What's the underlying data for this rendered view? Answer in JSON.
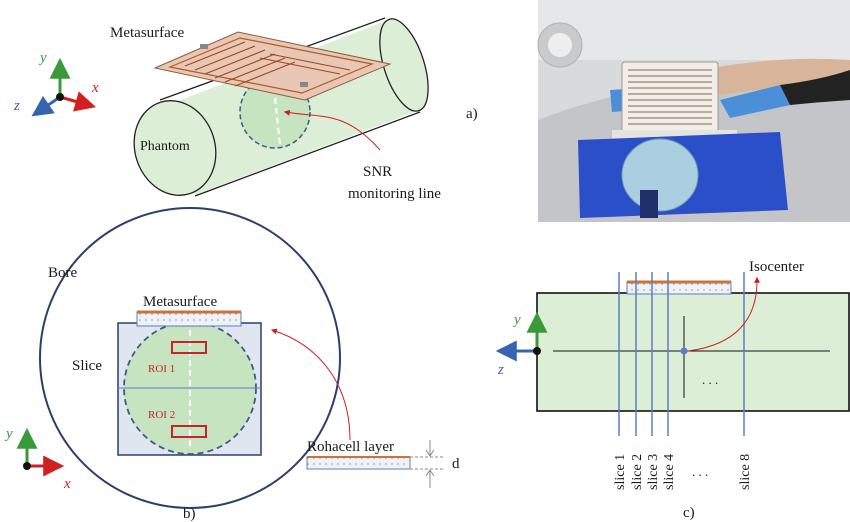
{
  "panel_a": {
    "label": "a)",
    "metasurface": "Metasurface",
    "phantom": "Phantom",
    "snr_line_1": "SNR",
    "snr_line_2": "monitoring line",
    "axes": {
      "x": "x",
      "y": "y",
      "z": "z"
    }
  },
  "panel_b": {
    "label": "b)",
    "bore": "Bore",
    "metasurface": "Metasurface",
    "slice": "Slice",
    "roi1": "ROI 1",
    "roi2": "ROI 2",
    "rohacell": "Rohacell layer",
    "thickness": "d",
    "axes": {
      "x": "x",
      "y": "y"
    }
  },
  "panel_c": {
    "label": "c)",
    "isocenter": "Isocenter",
    "ellipsis_inner": ". . .",
    "ellipsis_labels": ". . .",
    "slices": [
      "slice 1",
      "slice 2",
      "slice 3",
      "slice 4",
      "slice 8"
    ],
    "axes": {
      "y": "y",
      "z": "z"
    }
  },
  "photo": {
    "description_icon": "mri-photo"
  },
  "colors": {
    "phantom_fill": "#dcefd6",
    "metasurface_copper": "#c8753a",
    "roi_red": "#c0262a",
    "slice_blue": "#5b7fc0",
    "axis_green": "#3a9a3a",
    "axis_red": "#d02020",
    "axis_blue": "#3565b0",
    "bore_blue": "#2a3f6e",
    "holder_blue": "#2b4fc9"
  }
}
